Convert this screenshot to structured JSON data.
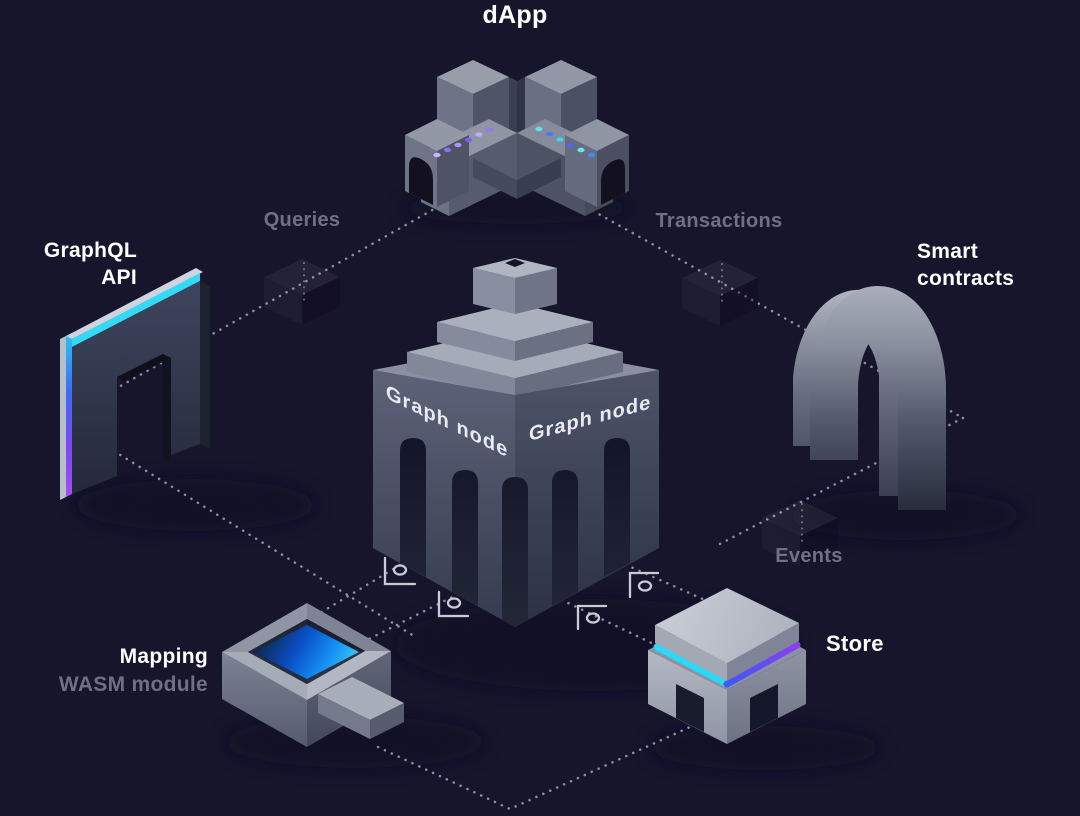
{
  "diagram": "The Graph protocol data-flow architecture (isometric illustration)",
  "nodes": {
    "dapp": {
      "label": "dApp"
    },
    "graphql_api": {
      "label_line1": "GraphQL",
      "label_line2": "API"
    },
    "smart_contracts": {
      "label_line1": "Smart",
      "label_line2": "contracts"
    },
    "graph_node": {
      "face_label": "Graph node"
    },
    "mapping_module": {
      "label": "Mapping",
      "sublabel": "WASM module"
    },
    "store": {
      "label": "Store"
    }
  },
  "edge_labels": {
    "queries": "Queries",
    "transactions": "Transactions",
    "events": "Events"
  },
  "flows": [
    {
      "from": "dApp",
      "to": "GraphQL API",
      "label": "Queries"
    },
    {
      "from": "dApp",
      "to": "Smart contracts",
      "label": "Transactions"
    },
    {
      "from": "Smart contracts",
      "to": "Store",
      "label": "Events"
    },
    {
      "from": "Graph node",
      "to": "Mapping WASM module",
      "label": ""
    },
    {
      "from": "Graph node",
      "to": "Store",
      "label": ""
    }
  ],
  "icons": {
    "angle_ruler": {
      "name": "angle-ruler-icon",
      "description": "corner bracket with small circle",
      "count": 4
    },
    "ghost_cube": {
      "name": "ghost-cube-icon",
      "description": "translucent isometric cube sitting on dotted flow line",
      "count": 3
    }
  },
  "colors": {
    "background": "#17152c",
    "label_white": "#ffffff",
    "label_muted": "#6e7085",
    "dotted_line": "#9b9dae",
    "glow_cyan": "#2fd9f7",
    "glow_blue": "#3e6cf6",
    "glow_purple": "#8b45f0",
    "pool_blue": "#0a6ef0",
    "structure_gray": "#8a90a2",
    "structure_dark": "#2c3244"
  }
}
